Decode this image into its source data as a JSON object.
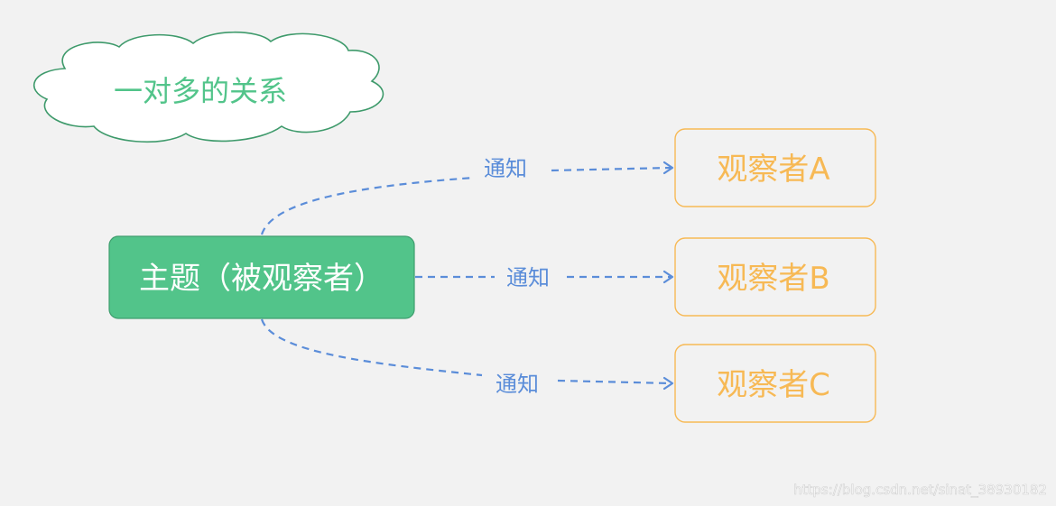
{
  "cloud": {
    "label": "一对多的关系"
  },
  "subject": {
    "label": "主题（被观察者）"
  },
  "observers": [
    {
      "label": "观察者A"
    },
    {
      "label": "观察者B"
    },
    {
      "label": "观察者C"
    }
  ],
  "edges": [
    {
      "label": "通知"
    },
    {
      "label": "通知"
    },
    {
      "label": "通知"
    }
  ],
  "watermark": "https://blog.csdn.net/sinat_38930182",
  "colors": {
    "background": "#f2f2f2",
    "subject_fill": "#52c48a",
    "subject_text": "#ffffff",
    "observer_border": "#f7b955",
    "observer_text": "#f7b955",
    "edge": "#5b8dd9",
    "cloud_border": "#3e9a6b",
    "cloud_text": "#52c48a"
  }
}
